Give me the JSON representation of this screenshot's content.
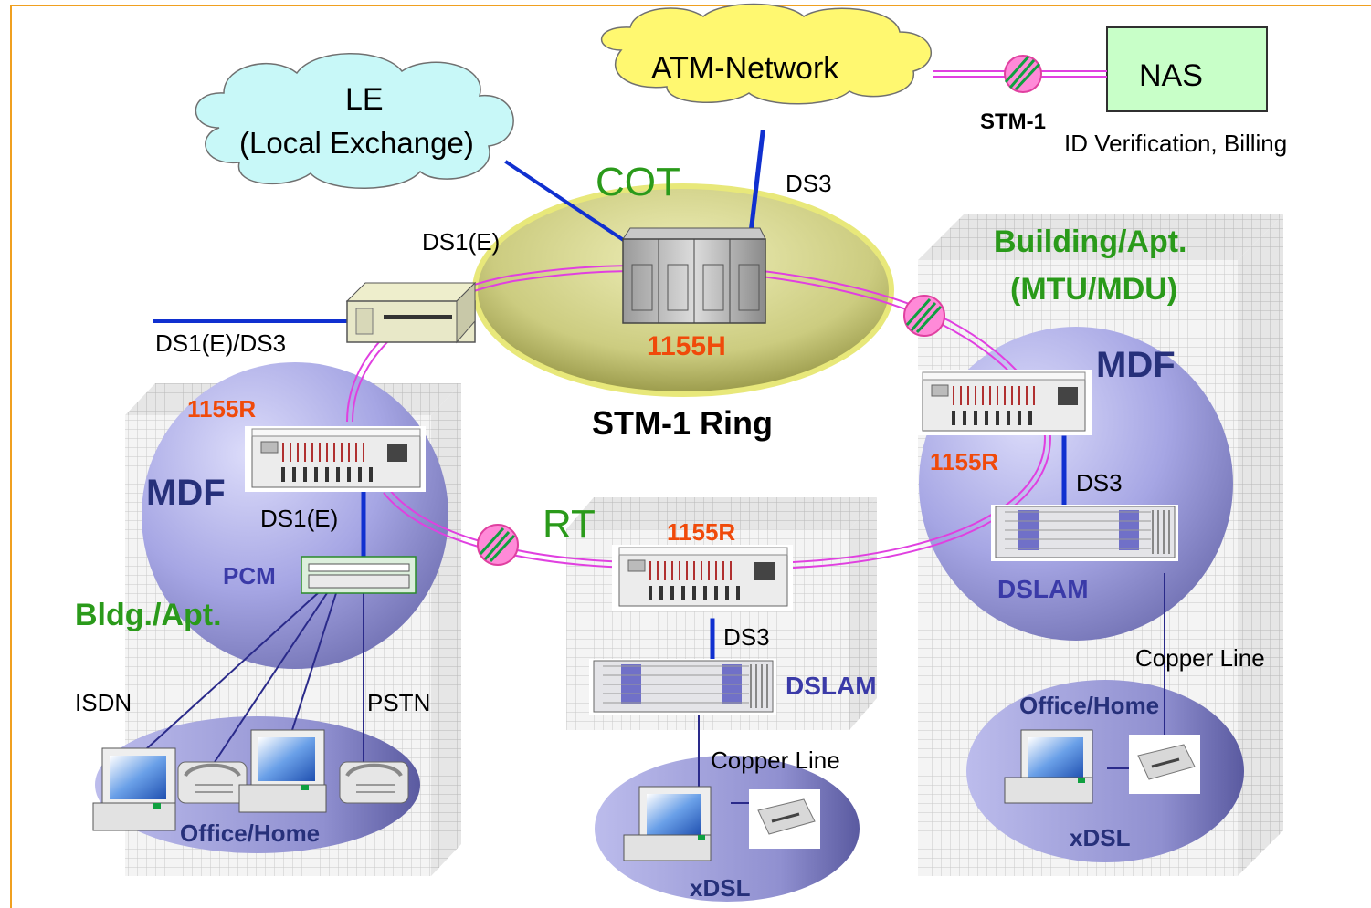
{
  "clouds": {
    "le_title": "LE",
    "le_subtitle": "(Local Exchange)",
    "atm": "ATM-Network"
  },
  "nas": {
    "label": "NAS",
    "stm_label": "STM-1",
    "note": "ID Verification, Billing"
  },
  "central": {
    "cot": "COT",
    "ds3_top": "DS3",
    "ds1e_top": "DS1(E)",
    "device": "1155H",
    "ds1e_ds3": "DS1(E)/DS3",
    "ring": "STM-1 Ring"
  },
  "left_building": {
    "node": "1155R",
    "mdf": "MDF",
    "ds1e": "DS1(E)",
    "pcm": "PCM",
    "title": "Bldg./Apt.",
    "isdn": "ISDN",
    "pstn": "PSTN",
    "office": "Office/Home"
  },
  "right_building": {
    "title_1": "Building/Apt.",
    "title_2": "(MTU/MDU)",
    "mdf": "MDF",
    "node": "1155R",
    "ds3": "DS3",
    "dslam": "DSLAM",
    "copper": "Copper Line",
    "office": "Office/Home",
    "xdsl": "xDSL"
  },
  "rt_site": {
    "rt": "RT",
    "node": "1155R",
    "ds3": "DS3",
    "dslam": "DSLAM",
    "copper": "Copper Line",
    "xdsl": "xDSL"
  },
  "colors": {
    "frame": "#f0a020",
    "ring": "#e040e0",
    "link": "#1030d0",
    "mdf_fill": "#8e8ed8",
    "green_label": "#2a9a1a",
    "navy_label": "#26307a",
    "red_label": "#f04a0a",
    "cloud_le": "#c8f8f8",
    "cloud_atm": "#fff870",
    "nas_fill": "#c8ffc8"
  }
}
